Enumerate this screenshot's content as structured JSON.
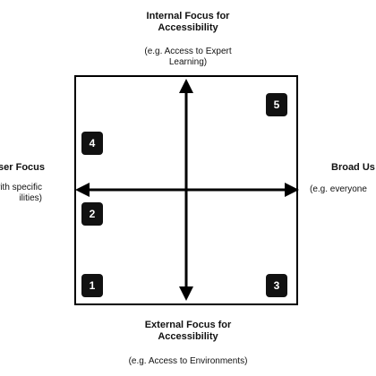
{
  "axes": {
    "top": {
      "title_line1": "Internal Focus for",
      "title_line2": "Accessibility",
      "example_line1": "(e.g. Access to Expert",
      "example_line2": "Learning)"
    },
    "bottom": {
      "title_line1": "External Focus for",
      "title_line2": "Accessibility",
      "example": "(e.g. Access to Environments)"
    },
    "left": {
      "title": "ser Focus",
      "example_line1": "s with specific",
      "example_line2": "ilities)"
    },
    "right": {
      "title": "Broad Us",
      "example": "(e.g. everyone"
    }
  },
  "quadrant_markers": [
    "1",
    "2",
    "3",
    "4",
    "5"
  ],
  "colors": {
    "line": "#000000",
    "badge": "#111111",
    "badge_text": "#ffffff"
  }
}
